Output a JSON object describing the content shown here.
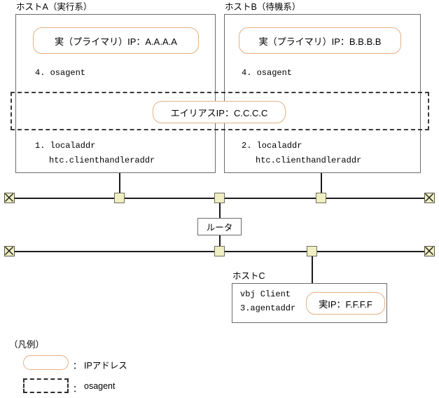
{
  "diagram": {
    "hostA": {
      "label": "ホストA（実行系）",
      "primary_ip": "実（プライマリ）IP：A.A.A.A",
      "osagent_line": "4. osagent",
      "localaddr_line": "1. localaddr",
      "handler_line": "htc.clienthandleraddr"
    },
    "hostB": {
      "label": "ホストB（待機系）",
      "primary_ip": "実（プライマリ）IP：B.B.B.B",
      "osagent_line": "4. osagent",
      "localaddr_line": "2. localaddr",
      "handler_line": "htc.clienthandleraddr"
    },
    "alias": {
      "text": "エイリアスIP：C.C.C.C"
    },
    "router": {
      "label": "ルータ"
    },
    "hostC": {
      "label": "ホストC",
      "client_line": "vbj Client",
      "agentaddr_line": "3.agentaddr",
      "real_ip": "実IP：F.F.F.F"
    },
    "legend": {
      "title": "（凡例）",
      "items": [
        {
          "symbol": "rounded-box",
          "separator": "：",
          "label": "IPアドレス"
        },
        {
          "symbol": "dashed-box",
          "separator": "：",
          "label": "osagent"
        }
      ]
    },
    "colors": {
      "ip_pill_border": "#e3b183",
      "box_border": "#6b6b6b",
      "tap_fill": "#efefc3",
      "line": "#1a1a1a"
    }
  }
}
